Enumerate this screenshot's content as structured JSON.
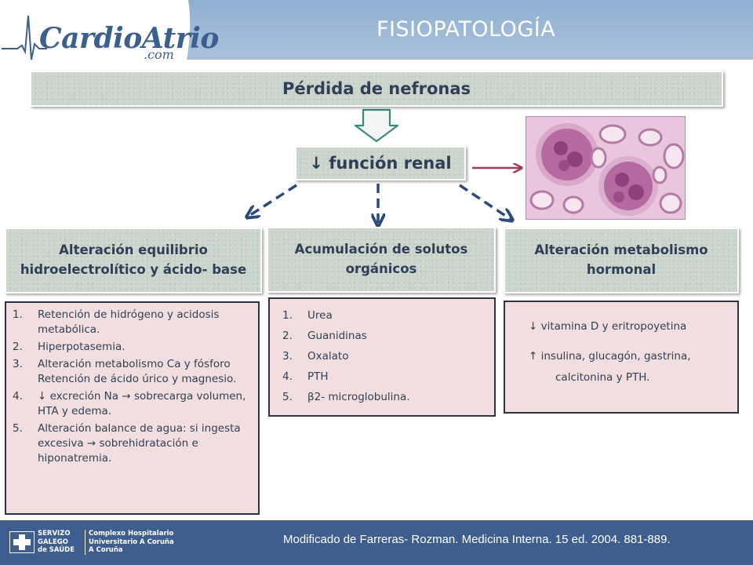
{
  "header": {
    "title": "FISIOPATOLOGÍA",
    "logo_name": "CardioAtrio",
    "logo_domain": ".com"
  },
  "diagram": {
    "top_box": "Pérdida de nefronas",
    "mid_box": "↓ función renal",
    "categories": [
      "Alteración equilibrio hidroelectrolítico y ácido- base",
      "Acumulación de solutos orgánicos",
      "Alteración metabolismo hormonal"
    ],
    "list1": [
      {
        "num": "1.",
        "text": "Retención de hidrógeno y acidosis metabólica."
      },
      {
        "num": "2.",
        "text": "Hiperpotasemia."
      },
      {
        "num": "3.",
        "text": "Alteración metabolismo Ca y fósforo Retención de ácido úrico y magnesio."
      },
      {
        "num": "4.",
        "text": "↓ excreción Na → sobrecarga volumen, HTA y edema."
      },
      {
        "num": "5.",
        "text": "Alteración balance de agua: si ingesta excesiva → sobrehidratación e hiponatremia."
      }
    ],
    "list2": [
      {
        "num": "1.",
        "text": "Urea"
      },
      {
        "num": "2.",
        "text": "Guanidinas"
      },
      {
        "num": "3.",
        "text": "Oxalato"
      },
      {
        "num": "4.",
        "text": "PTH"
      },
      {
        "num": "5.",
        "text": "β2- microglobulina."
      }
    ],
    "hormonal_lines": [
      "↓ vitamina D y eritropoyetina",
      "↑ insulina, glucagón, gastrina,",
      "calcitonina y PTH."
    ]
  },
  "footer": {
    "institution_left": [
      "SERVIZO",
      "GALEGO",
      "de SAÚDE"
    ],
    "institution_right": [
      "Complexo Hospitalario",
      "Universitario A Coruña",
      "A Coruña"
    ],
    "reference": "Modificado de Farreras- Rozman. Medicina Interna. 15 ed. 2004. 881-889."
  },
  "colors": {
    "header": "#9fb9d8",
    "footer": "#3d5e8e",
    "box": "#c9d4cb",
    "box_text": "#2f3f57",
    "list_bg": "#f2dedf",
    "dashed_arrow": "#2b4a7c",
    "block_arrow": "#3a8a7c",
    "magenta_arrow": "#a3385f"
  }
}
